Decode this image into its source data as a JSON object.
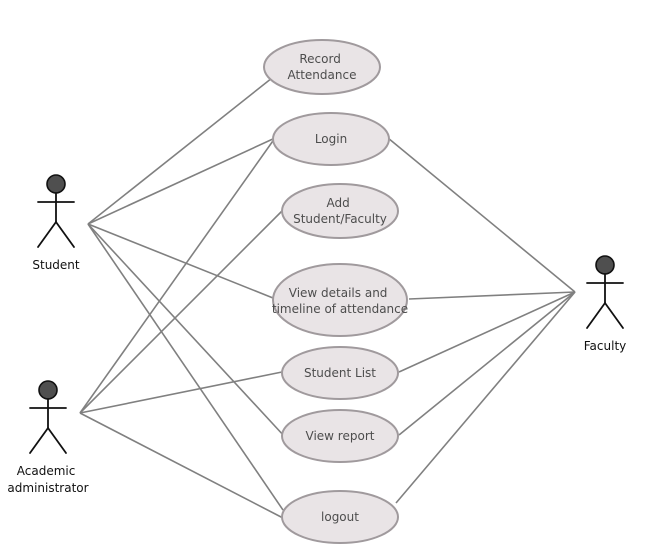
{
  "use_cases": [
    {
      "id": "record-attendance",
      "lines": [
        "Record",
        "Attendance"
      ]
    },
    {
      "id": "login",
      "lines": [
        "Login"
      ]
    },
    {
      "id": "add-student-faculty",
      "lines": [
        "Add",
        "Student/Faculty"
      ]
    },
    {
      "id": "view-details-timeline",
      "lines": [
        "View details and",
        "timeline of attendance"
      ]
    },
    {
      "id": "student-list",
      "lines": [
        "Student List"
      ]
    },
    {
      "id": "view-report",
      "lines": [
        "View report"
      ]
    },
    {
      "id": "logout",
      "lines": [
        "logout"
      ]
    }
  ],
  "actors": [
    {
      "id": "student",
      "lines": [
        "Student"
      ]
    },
    {
      "id": "academic-administrator",
      "lines": [
        "Academic",
        "administrator"
      ]
    },
    {
      "id": "faculty",
      "lines": [
        "Faculty"
      ]
    }
  ],
  "associations": [
    {
      "actor": "student",
      "use_case": "record-attendance"
    },
    {
      "actor": "student",
      "use_case": "login"
    },
    {
      "actor": "student",
      "use_case": "view-details-timeline"
    },
    {
      "actor": "student",
      "use_case": "view-report"
    },
    {
      "actor": "student",
      "use_case": "logout"
    },
    {
      "actor": "academic-administrator",
      "use_case": "login"
    },
    {
      "actor": "academic-administrator",
      "use_case": "add-student-faculty"
    },
    {
      "actor": "academic-administrator",
      "use_case": "student-list"
    },
    {
      "actor": "academic-administrator",
      "use_case": "logout"
    },
    {
      "actor": "faculty",
      "use_case": "login"
    },
    {
      "actor": "faculty",
      "use_case": "view-details-timeline"
    },
    {
      "actor": "faculty",
      "use_case": "student-list"
    },
    {
      "actor": "faculty",
      "use_case": "view-report"
    },
    {
      "actor": "faculty",
      "use_case": "logout"
    }
  ]
}
